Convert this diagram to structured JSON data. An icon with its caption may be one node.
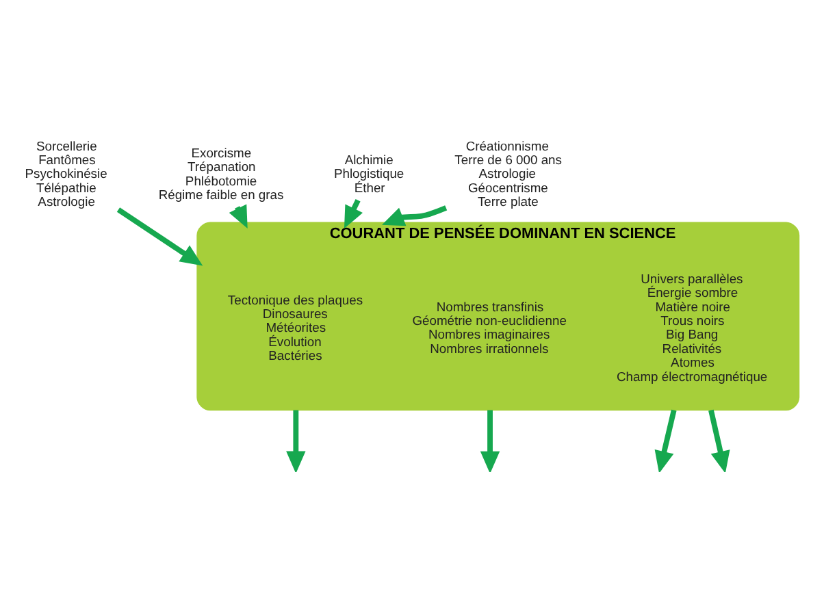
{
  "diagram": {
    "nodes": [
      {
        "text": [
          "COURANT DE PENSÉE DOMINANT EN SCIENCE"
        ]
      },
      {
        "text": [
          "Tectonique des plaques",
          "Dinosaures",
          "Météorites",
          "Évolution",
          "Bactéries"
        ],
        "in": 0
      },
      {
        "text": [
          "Nombres transfinis",
          "Géométrie non-euclidienne",
          "Nombres imaginaires",
          "Nombres irrationnels"
        ],
        "in": 0
      },
      {
        "text": [
          "Univers parallèles",
          "Énergie sombre",
          "Matière noire",
          "Trous noirs",
          "Big Bang",
          "Relativités",
          "Atomes",
          "Champ électromagnétique"
        ],
        "in": 0
      },
      {
        "text": [
          "Sorcellerie",
          "Fantômes",
          "Psychokinésie",
          "Télépathie",
          "Astrologie"
        ]
      },
      {
        "text": [
          "Exorcisme",
          "Trépanation",
          "Phlébotomie",
          "Régime faible en gras"
        ]
      },
      {
        "text": [
          "Alchimie",
          "Phlogistique",
          "Éther"
        ]
      },
      {
        "text": [
          "Créationnisme",
          "Terre de 6 000 ans",
          "Astrologie",
          "Géocentrisme",
          "Terre plate"
        ]
      }
    ],
    "edges": [
      {
        "from": 4,
        "to": 0,
        "arrow": "to"
      },
      {
        "from": 5,
        "to": 0,
        "arrow": "to"
      },
      {
        "from": 6,
        "to": 0,
        "arrow": "to"
      },
      {
        "from": 7,
        "to": 0,
        "arrow": "to"
      },
      {
        "from": 0,
        "to": null,
        "arrow": "to"
      },
      {
        "from": 0,
        "to": null,
        "arrow": "to"
      },
      {
        "from": 0,
        "to": null,
        "arrow": "to"
      },
      {
        "from": 0,
        "to": null,
        "arrow": "to"
      }
    ]
  }
}
